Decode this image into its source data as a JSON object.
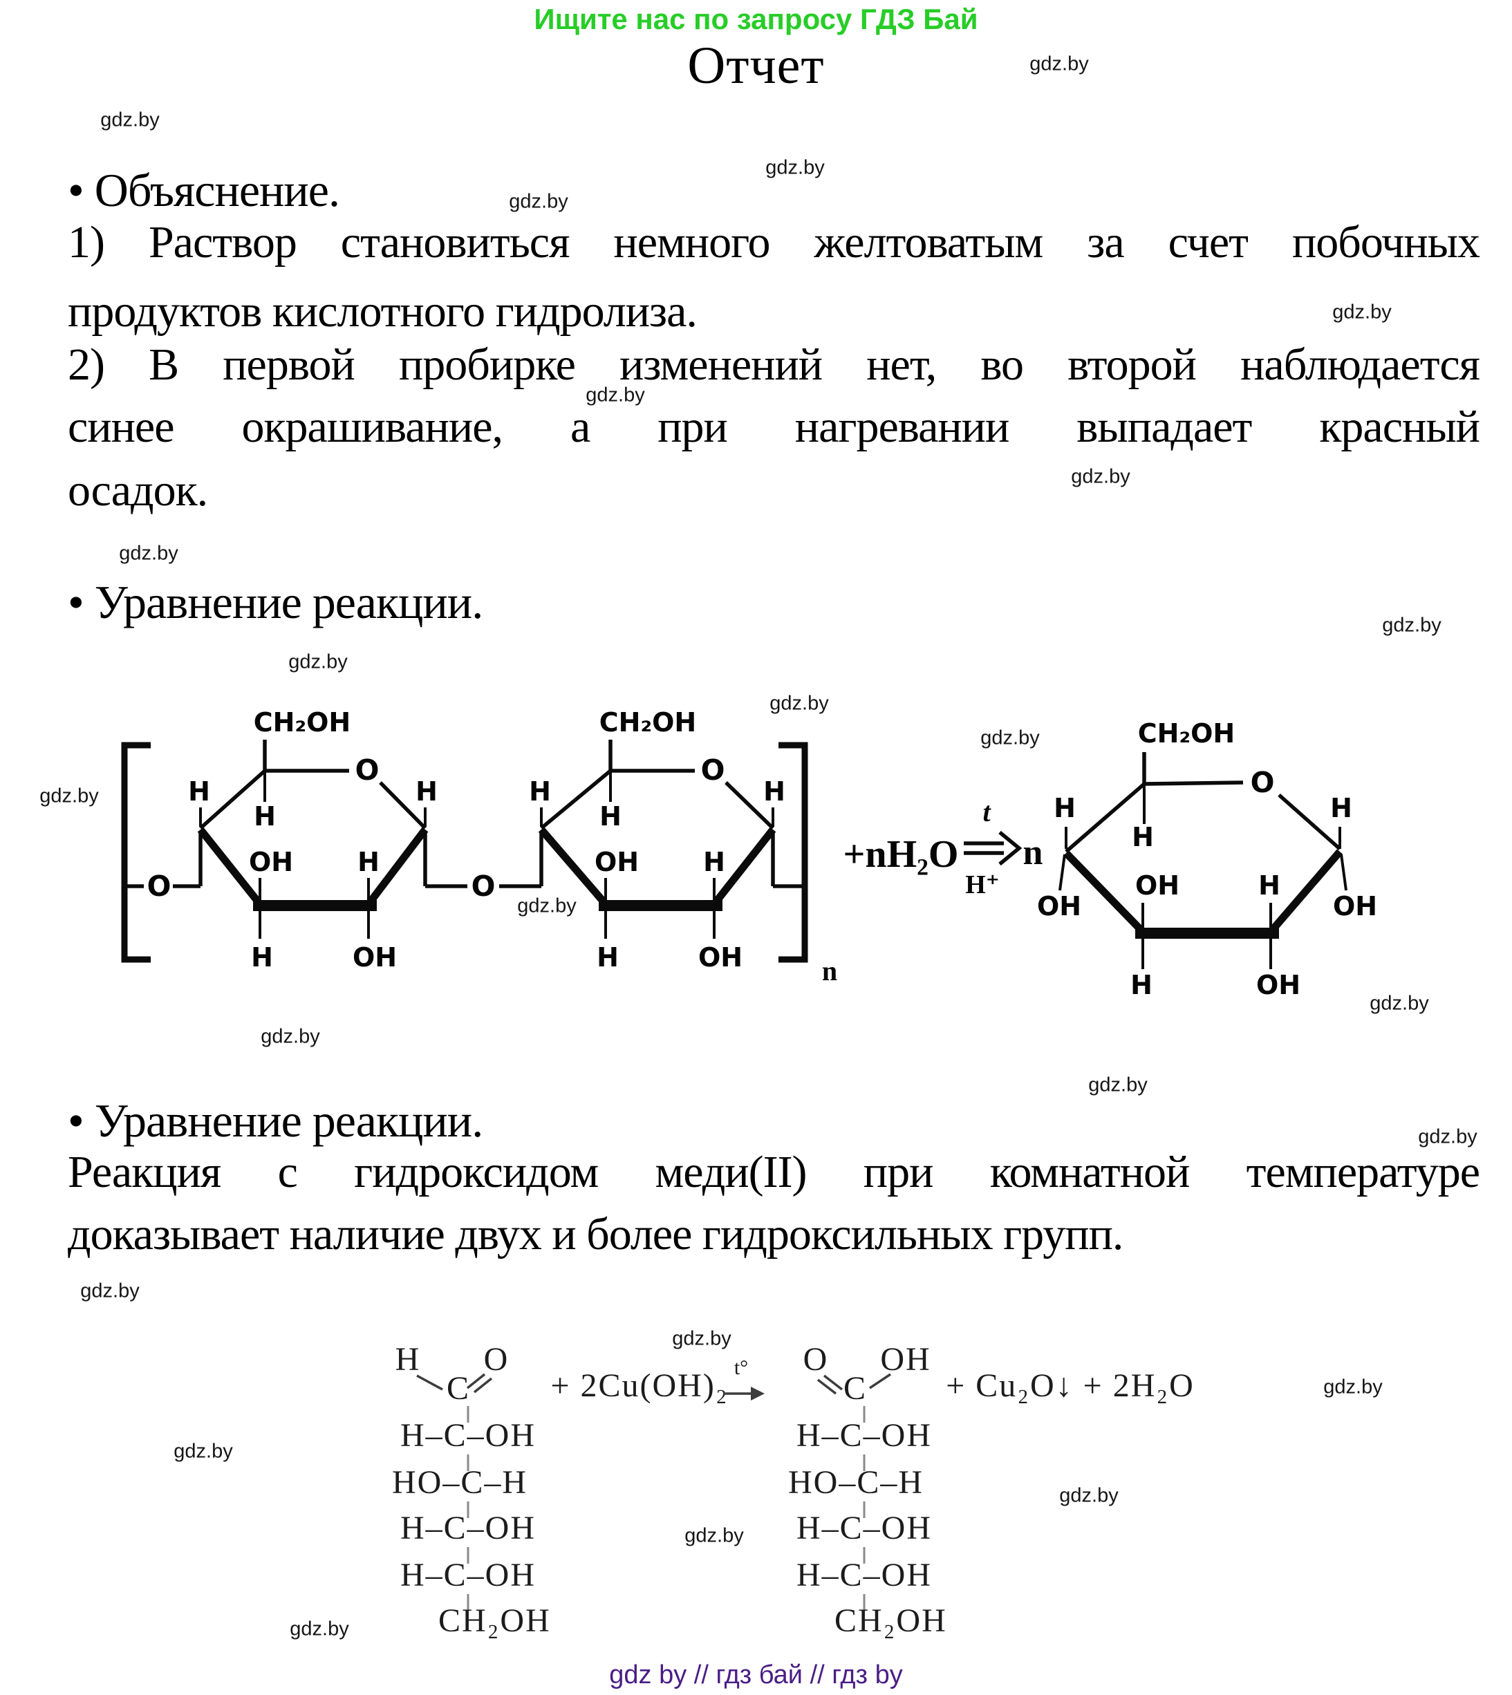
{
  "banner": {
    "text": "Ищите нас по запросу ГДЗ Бай",
    "color": "#27cd27"
  },
  "title": "Отчет",
  "watermark": "gdz.by",
  "footer": {
    "text": "gdz by  //  гдз бай  //  гдз by",
    "color": "#4a1e85"
  },
  "sections": {
    "explanation": {
      "heading": "• Объяснение.",
      "lines": [
        "1) Раствор становиться немного желтоватым за счет побочных",
        "продуктов кислотного гидролиза.",
        "2) В первой пробирке изменений нет, во второй наблюдается",
        "синее окрашивание, а при нагревании выпадает красный",
        "осадок."
      ]
    },
    "equation1": {
      "heading": "• Уравнение реакции."
    },
    "equation2": {
      "heading": "• Уравнение реакции.",
      "lines": [
        "Реакция с гидроксидом меди(II) при комнатной температуре",
        "доказывает наличие двух и более гидроксильных групп."
      ]
    }
  },
  "chem": {
    "atoms": {
      "h": "H",
      "o": "O",
      "c": "C",
      "oh": "OH",
      "ho": "HO",
      "ch2oh": "CH₂OH"
    },
    "hydrolysis": {
      "n_sub": "n",
      "plus_nh2o": "+nH₂O",
      "arrow_top": "t",
      "arrow_bottom": "H⁺",
      "coeff_n": "n"
    },
    "oxidation": {
      "reagent": "+ 2Cu(OH)₂",
      "arrow_top": "t°",
      "products": "+ Cu₂O↓ + 2H₂O",
      "row_hcoh": "H–C–OH",
      "row_hoch": "HO–C–H",
      "row_ch2oh": "CH₂OH"
    }
  }
}
